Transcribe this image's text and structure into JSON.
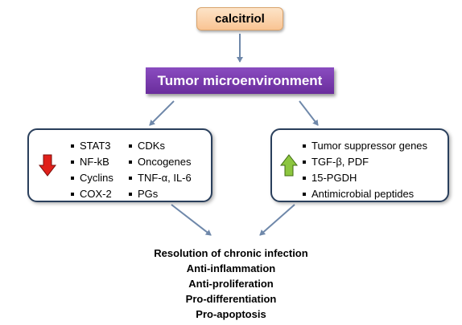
{
  "nodes": {
    "calcitriol": "calcitriol",
    "tumor_microenvironment": "Tumor microenvironment"
  },
  "left_panel": {
    "direction": "down",
    "arrow_color": "#e0201a",
    "column1": [
      "STAT3",
      "NF-kB",
      "Cyclins",
      "COX-2"
    ],
    "column2": [
      "CDKs",
      "Oncogenes",
      "TNF-α, IL-6",
      "PGs"
    ]
  },
  "right_panel": {
    "direction": "up",
    "arrow_color": "#8cc63f",
    "items": [
      "Tumor suppressor genes",
      "TGF-β,  PDF",
      "15-PGDH",
      "Antimicrobial peptides"
    ]
  },
  "outcomes": [
    "Resolution of chronic infection",
    "Anti-inflammation",
    "Anti-proliferation",
    "Pro-differentiation",
    "Pro-apoptosis"
  ],
  "colors": {
    "connector": "#6f88aa",
    "tme_fill": "#7a3db0",
    "calcitriol_fill": "#fbd2a8",
    "panel_border": "#2a3f5c"
  }
}
